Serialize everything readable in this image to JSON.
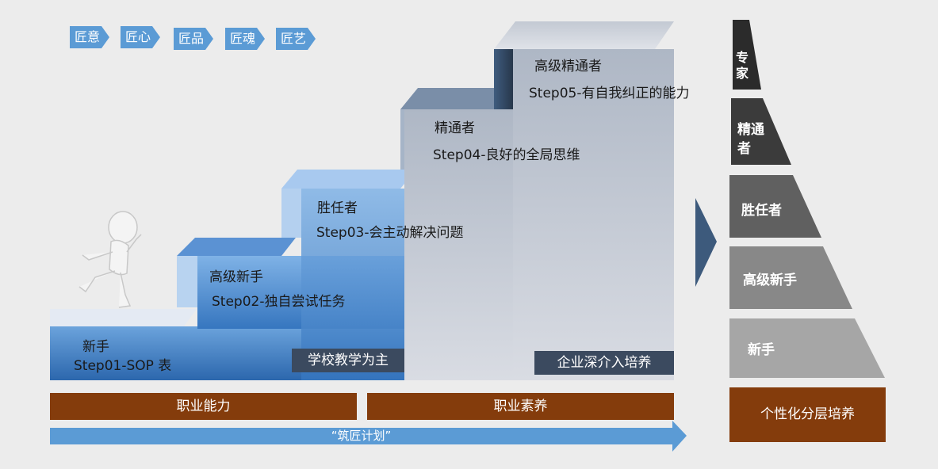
{
  "tags": [
    "匠意",
    "匠心",
    "匠品",
    "匠魂",
    "匠艺"
  ],
  "steps": [
    {
      "level": "新手",
      "desc": "Step01-SOP 表"
    },
    {
      "level": "高级新手",
      "desc": "Step02-独自尝试任务"
    },
    {
      "level": "胜任者",
      "desc": "Step03-会主动解决问题"
    },
    {
      "level": "精通者",
      "desc": "Step04-良好的全局思维"
    },
    {
      "level": "高级精通者",
      "desc": "Step05-有自我纠正的能力"
    }
  ],
  "stage_labels": {
    "school": "学校教学为主",
    "enterprise": "企业深介入培养"
  },
  "bars": {
    "ability": "职业能力",
    "quality": "职业素养",
    "plan": "“筑匠计划”"
  },
  "pyramid": {
    "levels": [
      "专家",
      "精通者",
      "胜任者",
      "高级新手",
      "新手"
    ],
    "base": "个性化分层培养"
  },
  "colors": {
    "tag_blue": "#5b9bd5",
    "bar_brown": "#843c0c",
    "arrow_blue": "#5b9bd5",
    "dark_label": "#3b4a5f"
  }
}
